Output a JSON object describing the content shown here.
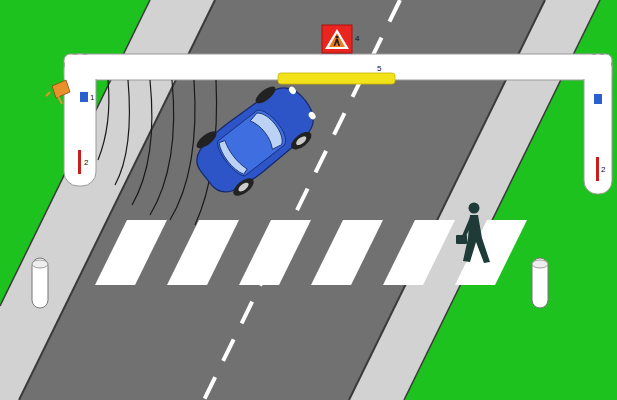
{
  "diagram": {
    "labels": [
      "1",
      "2",
      "4",
      "5",
      "2"
    ]
  }
}
